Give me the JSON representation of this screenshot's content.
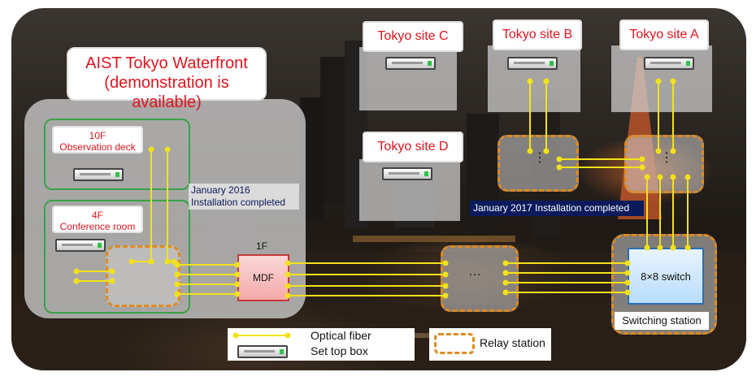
{
  "waterfront": {
    "title_line1": "AIST Tokyo Waterfront",
    "title_line2": "(demonstration is available)",
    "floor10_line1": "10F",
    "floor10_line2": "Observation deck",
    "floor4_line1": "4F",
    "floor4_line2": "Conference room",
    "install_line1": "January 2016",
    "install_line2": "Installation completed"
  },
  "sites": {
    "c": "Tokyo site C",
    "b": "Tokyo site B",
    "a": "Tokyo site A",
    "d": "Tokyo site D"
  },
  "install_2017": "January 2017 Installation completed",
  "mdf": {
    "floor": "1F",
    "label": "MDF"
  },
  "relay_ellipsis": "…",
  "relay_vertical": "⋮",
  "switch": {
    "label": "8×8 switch",
    "station": "Switching station"
  },
  "legend": {
    "optical_fiber": "Optical fiber",
    "set_top_box": "Set top box",
    "relay_station": "Relay station"
  },
  "colors": {
    "fiber": "#f2e11a",
    "relay_border": "#e08a1e",
    "label_text": "#e0141e",
    "green_border": "#39a24a",
    "note_text": "#0b1a5c"
  }
}
